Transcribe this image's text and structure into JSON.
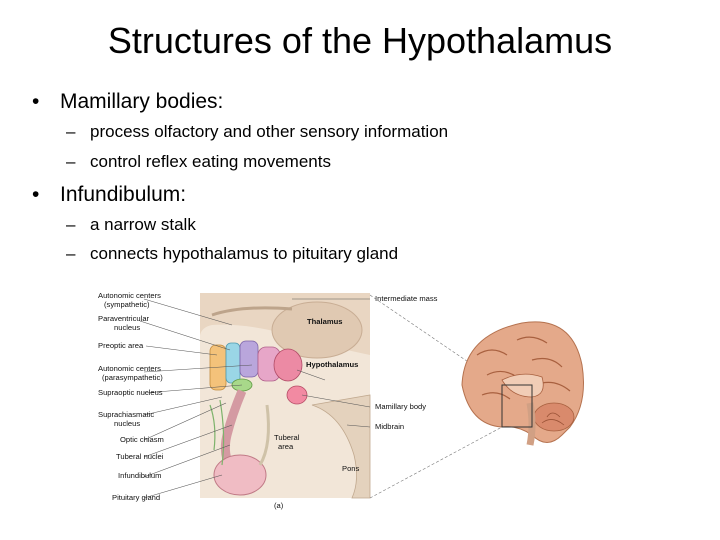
{
  "slide": {
    "title": "Structures of the Hypothalamus",
    "bullets": [
      {
        "label": "Mamillary bodies:",
        "subs": [
          "process olfactory and other sensory information",
          "control reflex eating movements"
        ]
      },
      {
        "label": "Infundibulum:",
        "subs": [
          "a narrow stalk",
          "connects hypothalamus to pituitary gland"
        ]
      }
    ],
    "bullet_glyph": "•",
    "dash_glyph": "–"
  },
  "figure": {
    "left_labels": [
      "Autonomic centers",
      "(sympathetic)",
      "Paraventricular",
      "nucleus",
      "Preoptic area",
      "Autonomic centers",
      "(parasympathetic)",
      "Supraoptic nucleus",
      "Suprachiasmatic",
      "nucleus",
      "Optic chiasm",
      "Tuberal nuclei",
      "Infundibulum",
      "Pituitary gland"
    ],
    "inner_labels": {
      "thalamus": "Thalamus",
      "hypothalamus": "Hypothalamus",
      "tuberal": "Tuberal",
      "area": "area",
      "pons": "Pons",
      "panel": "(a)"
    },
    "right_labels": {
      "intermediate_mass": "Intermediate mass",
      "mamillary_body": "Mamillary body",
      "midbrain": "Midbrain"
    }
  }
}
